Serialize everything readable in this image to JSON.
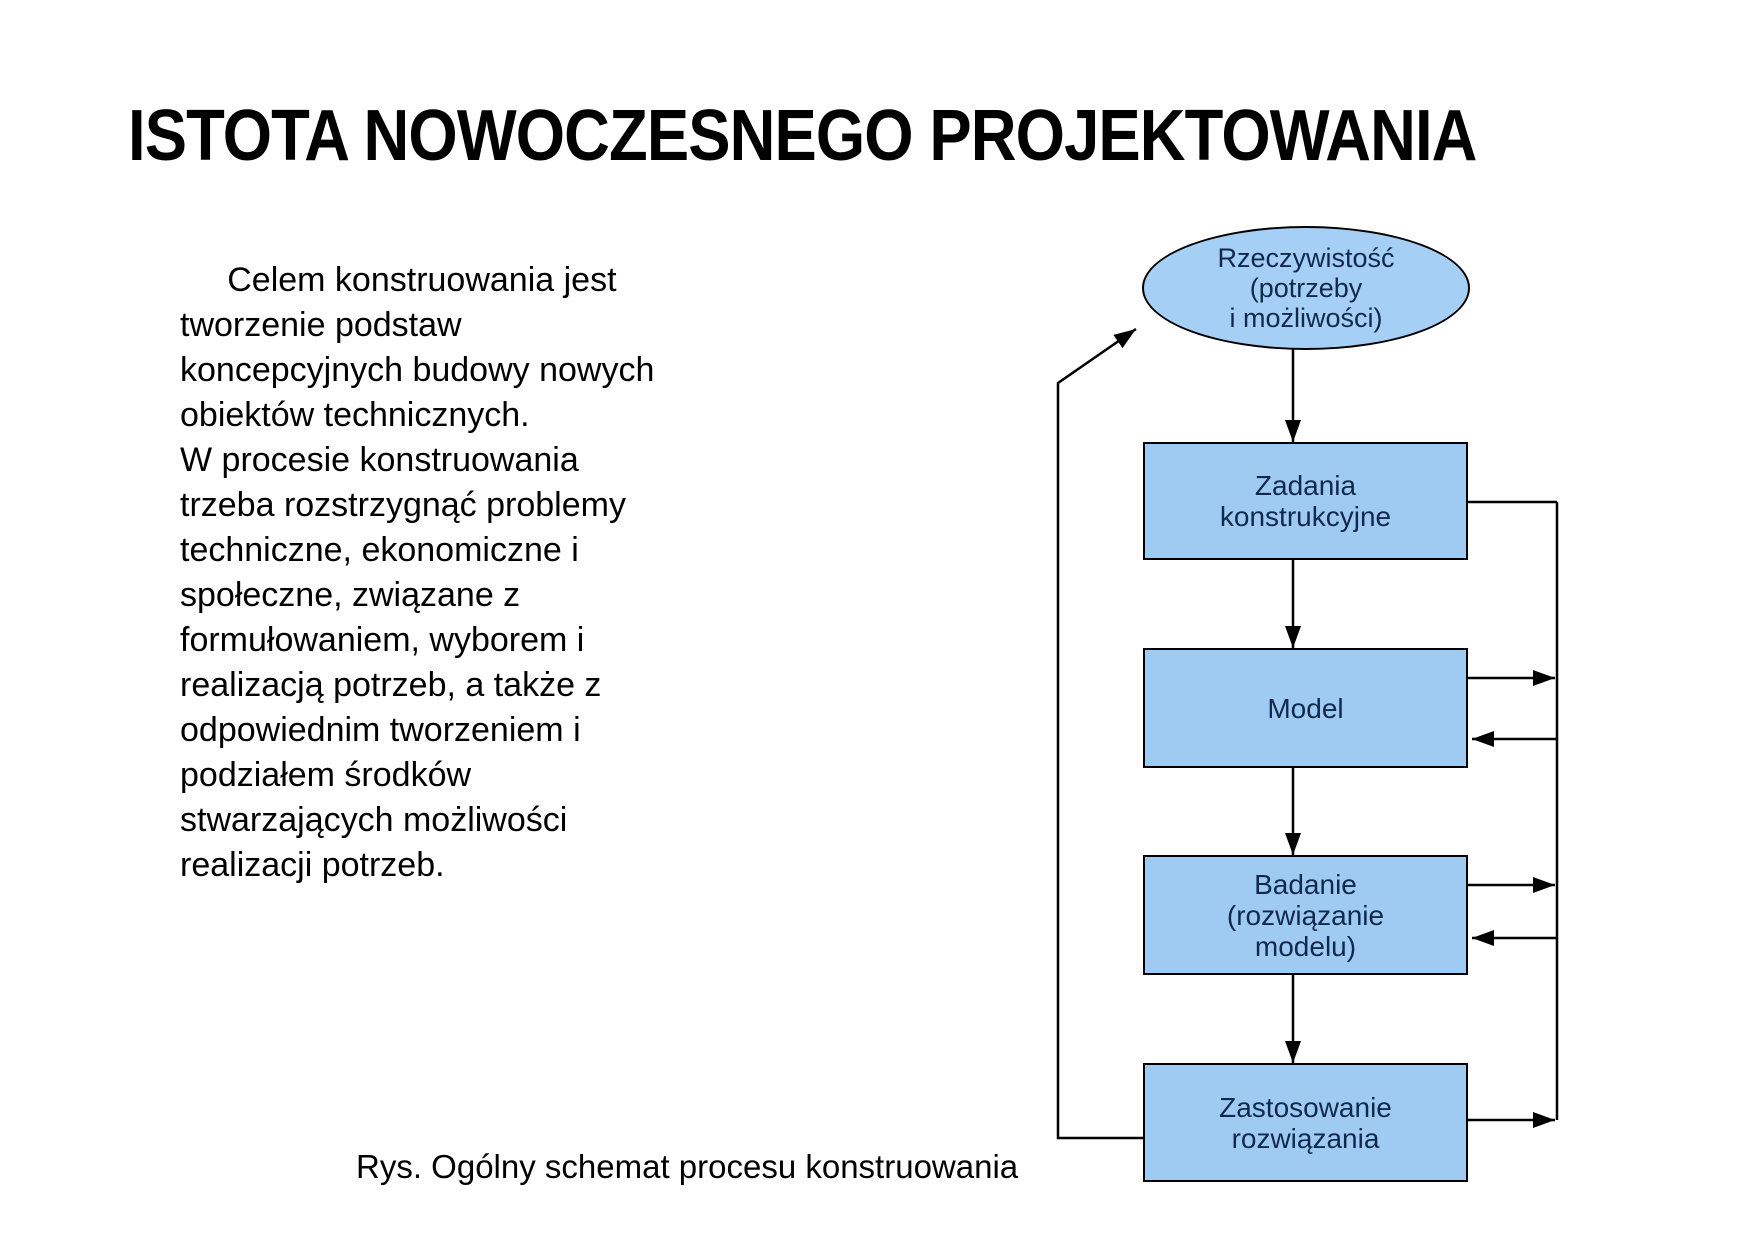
{
  "slide": {
    "title": "ISTOTA NOWOCZESNEGO PROJEKTOWANIA",
    "paragraph": "     Celem konstruowania jest\ntworzenie podstaw\nkoncepcyjnych budowy nowych\nobiektów technicznych.\nW procesie konstruowania\ntrzeba rozstrzygnąć problemy\ntechniczne, ekonomiczne i\nspołeczne, związane z\nformułowaniem, wyborem i\nrealizacją potrzeb, a także z\nodpowiednim tworzeniem i\npodziałem środków\nstwarzających możliwości\nrealizacji potrzeb.",
    "caption": "Rys. Ogólny schemat procesu konstruowania"
  },
  "diagram": {
    "nodes": {
      "reality": {
        "shape": "ellipse",
        "label": "Rzeczywistość\n(potrzeby\ni możliwości)"
      },
      "tasks": {
        "shape": "rect",
        "label": "Zadania\nkonstrukcyjne"
      },
      "model": {
        "shape": "rect",
        "label": "Model"
      },
      "testing": {
        "shape": "rect",
        "label": "Badanie\n(rozwiązanie\nmodelu)"
      },
      "application": {
        "shape": "rect",
        "label": "Zastosowanie\nrozwiązania"
      }
    },
    "edges": [
      "reality -> tasks",
      "tasks -> model",
      "model -> testing",
      "testing -> application",
      "tasks - right-bus",
      "model -> right-bus",
      "right-bus -> model",
      "testing -> right-bus",
      "right-bus -> testing",
      "application -> right-bus",
      "application -> reality (left feedback loop)"
    ],
    "colors": {
      "node_fill": "#9fcbf3",
      "ellipse_fill": "#a5cff4",
      "node_border": "#000000",
      "node_text": "#10294d",
      "line": "#000000"
    }
  }
}
